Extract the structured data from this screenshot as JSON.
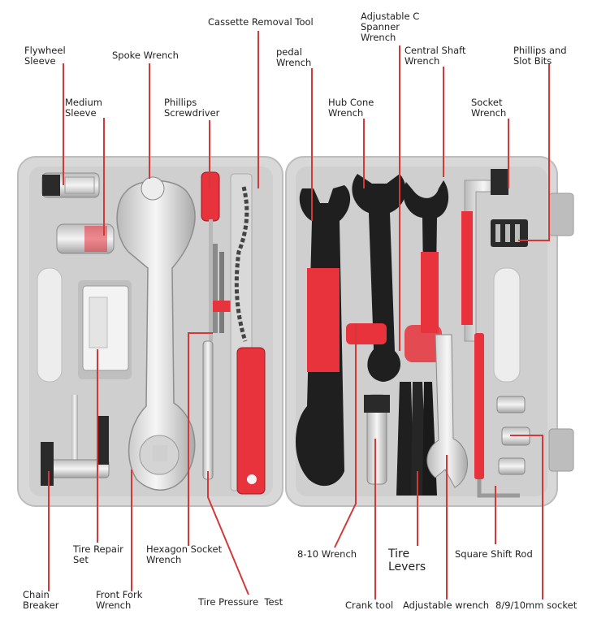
{
  "labels": {
    "flywheel_sleeve": "Flywheel\nSleeve",
    "spoke_wrench": "Spoke Wrench",
    "cassette_removal_tool": "Cassette Removal Tool",
    "pedal_wrench": "pedal\nWrench",
    "adjustable_c_spanner_wrench": "Adjustable C\nSpanner\nWrench",
    "central_shaft_wrench": "Central Shaft\nWrench",
    "phillips_and_slot_bits": "Phillips and\nSlot Bits",
    "medium_sleeve": "Medium\nSleeve",
    "phillips_screwdriver": "Phillips\nScrewdriver",
    "hub_cone_wrench": "Hub Cone\nWrench",
    "socket_wrench": "Socket\nWrench",
    "tire_repair_set": "Tire Repair\nSet",
    "hexagon_socket_wrench": "Hexagon Socket\nWrench",
    "wrench_8_10": "8-10 Wrench",
    "tire_levers": "Tire\nLevers",
    "square_shift_rod": "Square Shift Rod",
    "chain_breaker": "Chain\nBreaker",
    "front_fork_wrench": "Front Fork\nWrench",
    "tire_pressure_test": "Tire Pressure  Test",
    "crank_tool": "Crank tool",
    "adjustable_wrench": "Adjustable wrench",
    "socket_8_9_10mm": "8/9/10mm socket"
  },
  "colors": {
    "case_grey": "#d9d9d9",
    "tray_grey": "#c4c4c4",
    "tool_red": "#e8323c",
    "tool_black": "#1e1e1e",
    "chrome": "#e2e2e2",
    "leader_line": "#d23a3a"
  }
}
